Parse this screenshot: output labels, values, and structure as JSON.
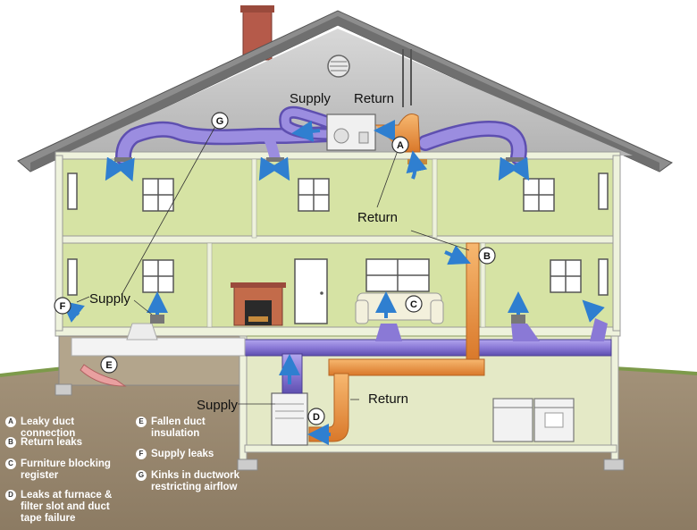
{
  "labels": {
    "supply_attic": "Supply",
    "return_attic": "Return",
    "return_middle": "Return",
    "supply_left": "Supply",
    "supply_basement": "Supply",
    "return_basement": "Return"
  },
  "markers": [
    {
      "id": "A"
    },
    {
      "id": "B"
    },
    {
      "id": "C"
    },
    {
      "id": "D"
    },
    {
      "id": "E"
    },
    {
      "id": "F"
    },
    {
      "id": "G"
    }
  ],
  "legend": [
    {
      "letter": "A",
      "text": "Leaky duct connection"
    },
    {
      "letter": "B",
      "text": "Return leaks"
    },
    {
      "letter": "C",
      "text": "Furniture blocking register"
    },
    {
      "letter": "D",
      "text": "Leaks at furnace & filter slot and duct tape failure"
    },
    {
      "letter": "E",
      "text": "Fallen duct insulation"
    },
    {
      "letter": "F",
      "text": "Supply leaks"
    },
    {
      "letter": "G",
      "text": "Kinks in ductwork restricting airflow"
    }
  ],
  "colors": {
    "sky": "#ffffff",
    "ground": "#9a8a72",
    "grass": "#7d9a4a",
    "walls": "#d6e3a4",
    "wall_trim": "#eef2dc",
    "roof": "#8d8d8d",
    "attic": "#c2c2c2",
    "supply_duct": "#8f7fd8",
    "return_duct": "#ef9a3c",
    "chimney": "#b55a4a",
    "arrow_blue": "#2f7fd0"
  }
}
